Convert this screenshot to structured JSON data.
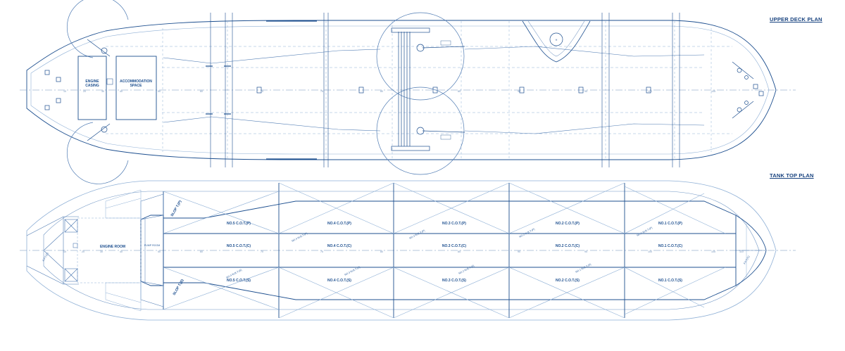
{
  "titles": {
    "upper_deck": "UPPER DECK PLAN",
    "tank_top": "TANK TOP PLAN"
  },
  "upper_deck": {
    "engine_casing": [
      "ENGINE",
      "CASING"
    ],
    "accommodation": [
      "ACCOMMODATION",
      "SPACE"
    ],
    "frames": [
      "10",
      "20",
      "30",
      "40",
      "50",
      "60",
      "70",
      "75",
      "80",
      "85",
      "90",
      "95",
      "100",
      "105"
    ]
  },
  "tank_top": {
    "engine_room": "ENGINE ROOM",
    "pump_room": "PUMP ROOM",
    "slop_p": "SLOP T.(P)",
    "slop_s": "SLOP T.(S)",
    "tanks_p": [
      "NO.5 C.O.T.(P)",
      "NO.4 C.O.T.(P)",
      "NO.3 C.O.T.(P)",
      "NO.2 C.O.T.(P)",
      "NO.1 C.O.T.(P)"
    ],
    "tanks_c": [
      "NO.5 C.O.T.(C)",
      "NO.4 C.O.T.(C)",
      "NO.3 C.O.T.(C)",
      "NO.2 C.O.T.(C)",
      "NO.1 C.O.T.(C)"
    ],
    "tanks_s": [
      "NO.5 C.O.T.(S)",
      "NO.4 C.O.T.(S)",
      "NO.3 C.O.T.(S)",
      "NO.2 C.O.T.(S)",
      "NO.1 C.O.T.(S)"
    ],
    "wbt_p": [
      "NO.4 W.B.T.(P)",
      "NO.3 W.B.T.(P)",
      "NO.2 W.B.T.(P)",
      "NO.1 W.B.T.(P)"
    ],
    "wbt_s": [
      "NO.4 W.B.T.(S)",
      "NO.3 W.B.T.(S)",
      "NO.2 W.B.T.(S)",
      "NO.1 W.B.T.(S)"
    ],
    "fpt": "F.P.T.(C)",
    "apt": "A.P.T.(C)",
    "frames": [
      "10",
      "20",
      "30",
      "40",
      "50",
      "60",
      "70",
      "75",
      "80",
      "85",
      "90",
      "95",
      "100",
      "105",
      "110"
    ]
  },
  "colors": {
    "ink": "#1d4f8f",
    "ink_light": "#8fb0d6",
    "title": "#17427f"
  }
}
